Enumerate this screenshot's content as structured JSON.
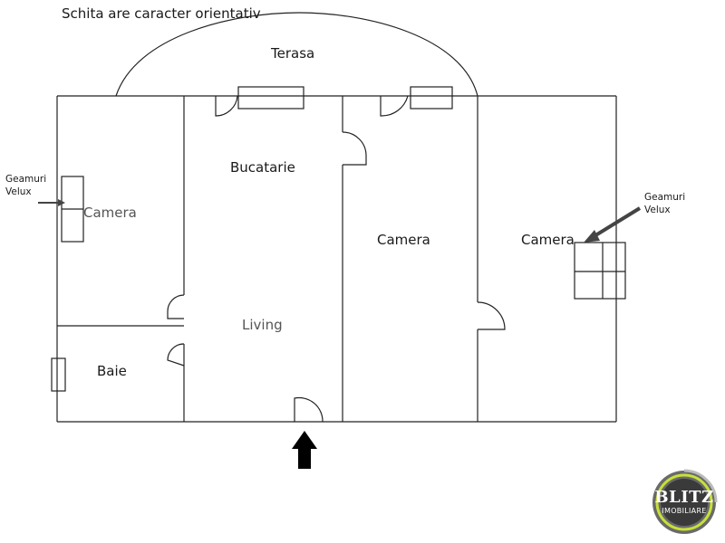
{
  "note": "Schita are caracter orientativ",
  "rooms": {
    "terasa": "Terasa",
    "bucatarie": "Bucatarie",
    "camera_left": "Camera",
    "camera_middle": "Camera",
    "camera_right": "Camera",
    "living": "Living",
    "baie": "Baie"
  },
  "callouts": {
    "left": {
      "line1": "Geamuri",
      "line2": "Velux"
    },
    "right": {
      "line1": "Geamuri",
      "line2": "Velux"
    }
  },
  "logo": {
    "line1": "BLITZ",
    "line2": "IMOBILIARE"
  }
}
